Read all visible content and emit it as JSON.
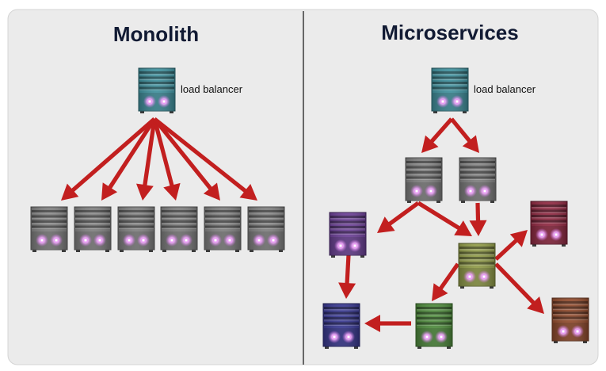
{
  "monolith": {
    "title": "Monolith",
    "load_balancer_label": "load balancer",
    "server_count": 6
  },
  "microservices": {
    "title": "Microservices",
    "load_balancer_label": "load balancer",
    "service_colors": {
      "gateway_a": "#7d7d7d",
      "gateway_b": "#7d7d7d",
      "purple": "#6a3f94",
      "olive": "#8f9a48",
      "crimson": "#8e2841",
      "indigo": "#37378f",
      "green": "#4e8a3c",
      "rust": "#8f4a2c"
    }
  },
  "colors": {
    "background": "#ebebeb",
    "panel_border": "#d4d4d4",
    "divider": "#3a3a3a",
    "arrow": "#c21f1f",
    "load_balancer_teal": "#3f8f9c",
    "server_gray": "#7f7f7f",
    "light": "#e79cf2"
  },
  "icons": {
    "server": "server-rack-icon",
    "arrow": "arrow-icon"
  }
}
